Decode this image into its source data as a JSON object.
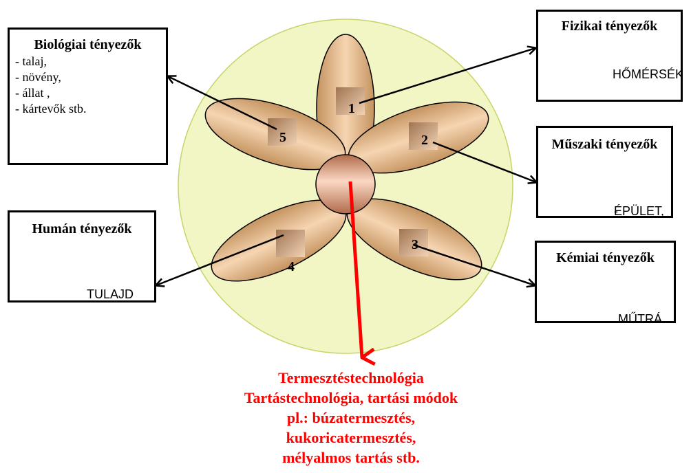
{
  "petals": [
    "1",
    "2",
    "3",
    "4",
    "5"
  ],
  "boxes": {
    "biologiai": {
      "title": "Biológiai tényezők",
      "items": [
        "- talaj,",
        "- növény,",
        "- állat ,",
        "- kártevők stb."
      ]
    },
    "fizikai": {
      "title": "Fizikai tényezők",
      "detail": "HŐMÉRSÉKLET,"
    },
    "muszaki": {
      "title": "Műszaki tényezők",
      "dash": "-",
      "detail": "ÉPÜLET,"
    },
    "human": {
      "title": "Humán tényezők",
      "detail": "TULAJD"
    },
    "kemiai": {
      "title": "Kémiai tényezők",
      "detail": "MŰTRÁ"
    }
  },
  "bottom_text": [
    "Termesztéstechnológia",
    "Tartástechnológia, tartási módok",
    "pl.: búzatermesztés,",
    "kukoricatermesztés,",
    "mélyalmos tartás stb."
  ],
  "colors": {
    "background_circle": "#f2f5c4",
    "petal_light": "#f6d5b2",
    "petal_dark": "#c4935f",
    "center_light": "#fbd8c4",
    "center_dark": "#b06a4a",
    "accent_red": "#ff0000"
  }
}
